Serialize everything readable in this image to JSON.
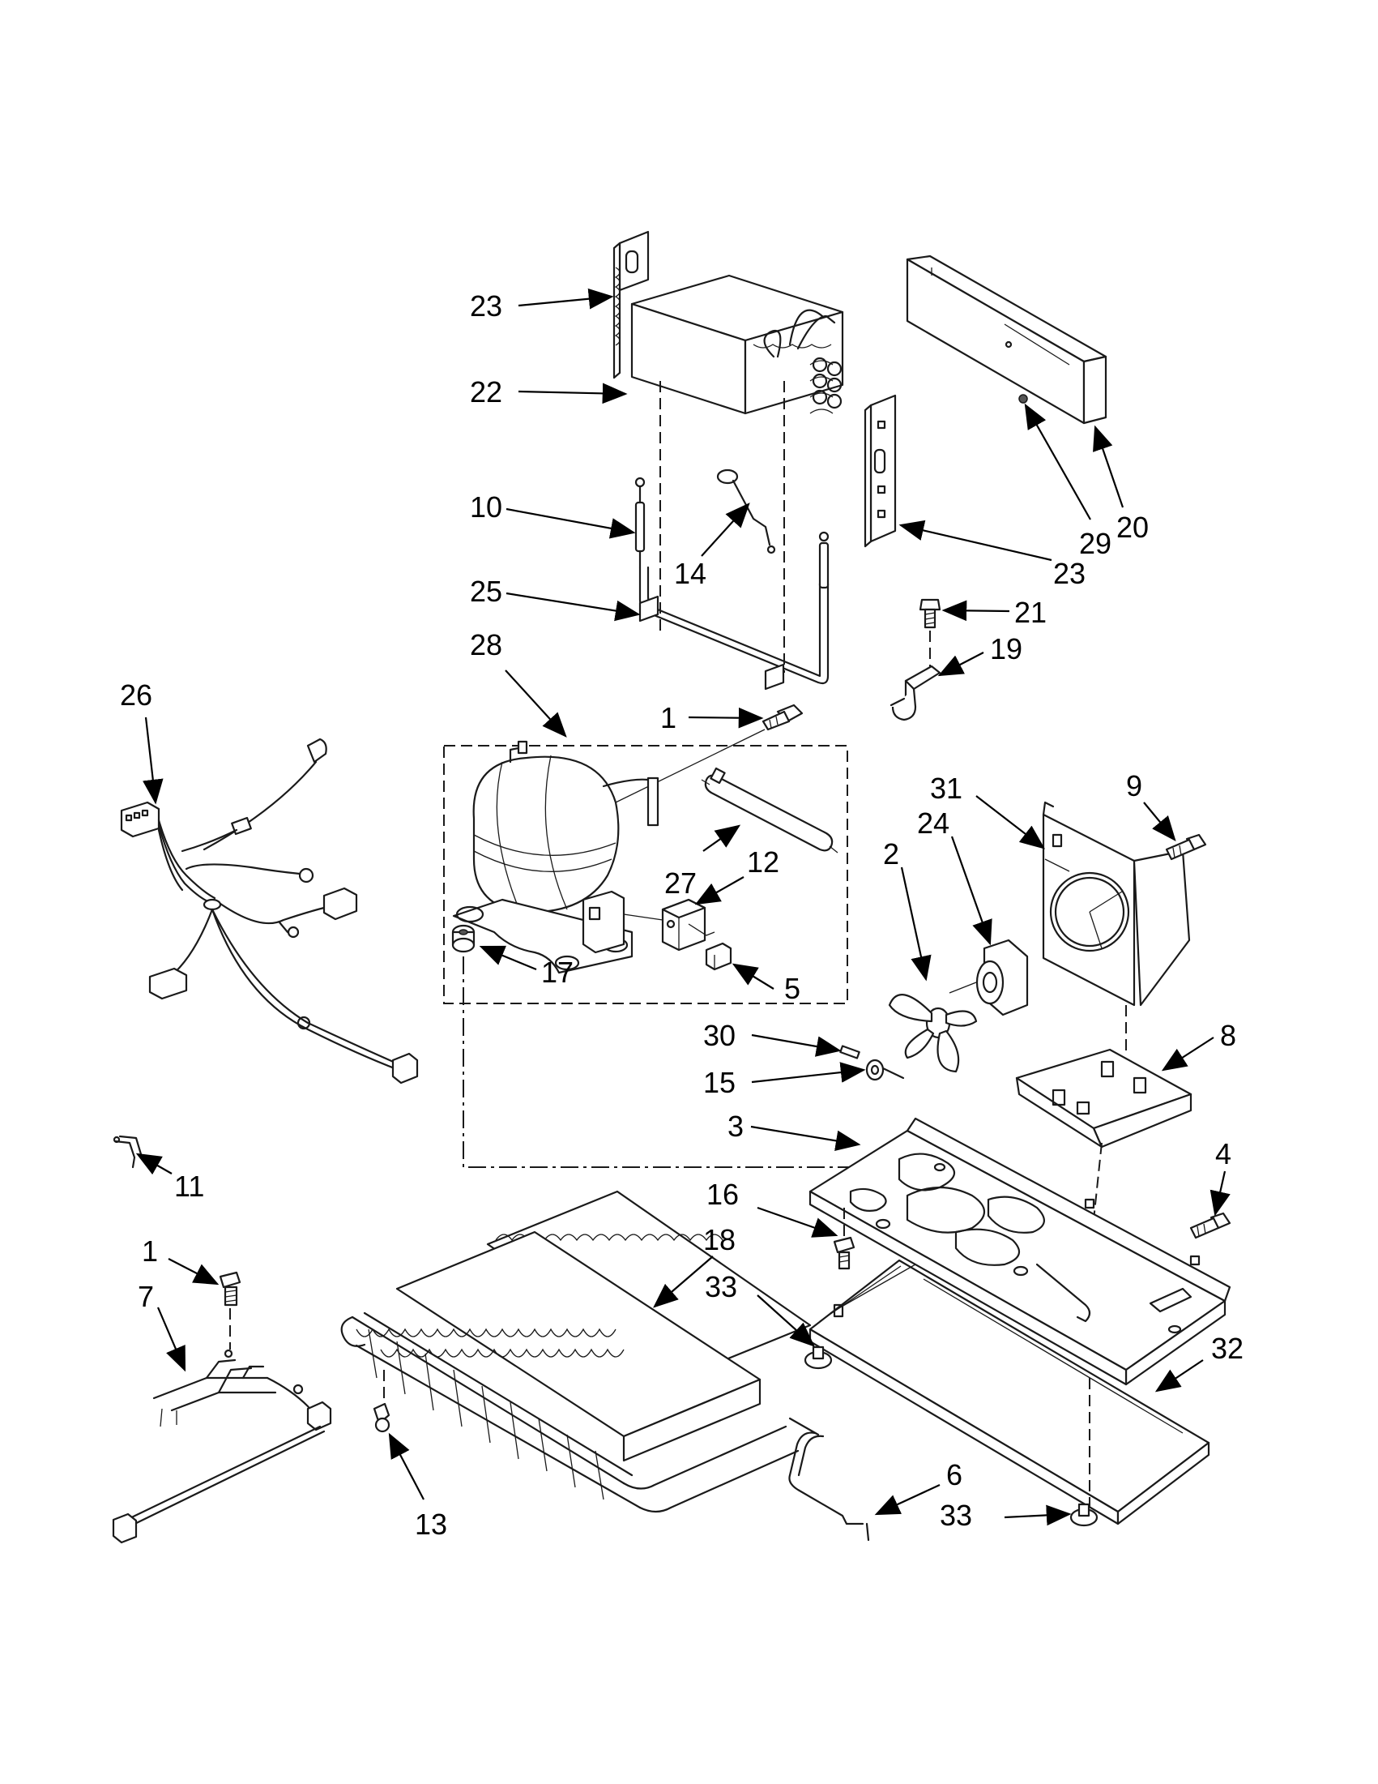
{
  "diagram": {
    "type": "exploded-parts-view",
    "callouts": [
      {
        "id": "c23a",
        "label": "23"
      },
      {
        "id": "c22",
        "label": "22"
      },
      {
        "id": "c10",
        "label": "10"
      },
      {
        "id": "c14",
        "label": "14"
      },
      {
        "id": "c25",
        "label": "25"
      },
      {
        "id": "c28",
        "label": "28"
      },
      {
        "id": "c20",
        "label": "20"
      },
      {
        "id": "c29",
        "label": "29"
      },
      {
        "id": "c23b",
        "label": "23"
      },
      {
        "id": "c21",
        "label": "21"
      },
      {
        "id": "c19",
        "label": "19"
      },
      {
        "id": "c26",
        "label": "26"
      },
      {
        "id": "c1a",
        "label": "1"
      },
      {
        "id": "c27",
        "label": "27"
      },
      {
        "id": "c12",
        "label": "12"
      },
      {
        "id": "c17",
        "label": "17"
      },
      {
        "id": "c5",
        "label": "5"
      },
      {
        "id": "c31",
        "label": "31"
      },
      {
        "id": "c9",
        "label": "9"
      },
      {
        "id": "c24",
        "label": "24"
      },
      {
        "id": "c2",
        "label": "2"
      },
      {
        "id": "c30",
        "label": "30"
      },
      {
        "id": "c8",
        "label": "8"
      },
      {
        "id": "c15",
        "label": "15"
      },
      {
        "id": "c3",
        "label": "3"
      },
      {
        "id": "c4",
        "label": "4"
      },
      {
        "id": "c11",
        "label": "11"
      },
      {
        "id": "c16",
        "label": "16"
      },
      {
        "id": "c18",
        "label": "18"
      },
      {
        "id": "c1b",
        "label": "1"
      },
      {
        "id": "c7",
        "label": "7"
      },
      {
        "id": "c33a",
        "label": "33"
      },
      {
        "id": "c32",
        "label": "32"
      },
      {
        "id": "c13",
        "label": "13"
      },
      {
        "id": "c6",
        "label": "6"
      },
      {
        "id": "c33b",
        "label": "33"
      }
    ],
    "parts": [
      {
        "name": "evaporator-cover-bracket-left"
      },
      {
        "name": "evaporator"
      },
      {
        "name": "defrost-heater"
      },
      {
        "name": "defrost-thermostat"
      },
      {
        "name": "bracket"
      },
      {
        "name": "compressor-assembly"
      },
      {
        "name": "evaporator-cover-top"
      },
      {
        "name": "screw"
      },
      {
        "name": "evaporator-cover-bracket-right"
      },
      {
        "name": "screw"
      },
      {
        "name": "clip"
      },
      {
        "name": "wiring-harness"
      },
      {
        "name": "screw"
      },
      {
        "name": "filter-drier"
      },
      {
        "name": "start-relay"
      },
      {
        "name": "grommet"
      },
      {
        "name": "overload-cap"
      },
      {
        "name": "fan-shroud"
      },
      {
        "name": "screw"
      },
      {
        "name": "condenser-fan-motor"
      },
      {
        "name": "fan-blade"
      },
      {
        "name": "washer"
      },
      {
        "name": "fan-bracket"
      },
      {
        "name": "grommet"
      },
      {
        "name": "machine-compartment-base"
      },
      {
        "name": "screw"
      },
      {
        "name": "wire-clip"
      },
      {
        "name": "screw"
      },
      {
        "name": "condenser"
      },
      {
        "name": "screw"
      },
      {
        "name": "wiring-harness"
      },
      {
        "name": "foot"
      },
      {
        "name": "drain-pan"
      },
      {
        "name": "clip"
      },
      {
        "name": "tube-clamp"
      },
      {
        "name": "foot"
      }
    ]
  }
}
